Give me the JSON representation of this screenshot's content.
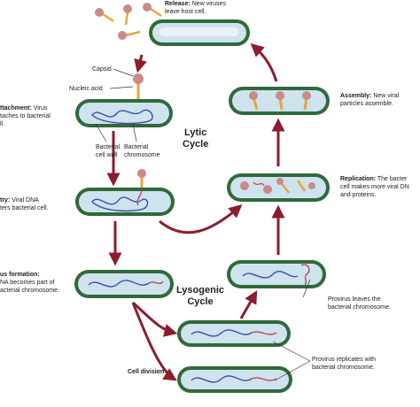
{
  "labels": {
    "release_title": "Release:",
    "release_text_1": "New viruses",
    "release_text_2": "leave host cell.",
    "capsid": "Capsid",
    "nucleic_acid": "Nucleic acid",
    "attachment_title": "ttachment:",
    "attachment_title_tail": "Virus",
    "attachment_text_1": "taches to bacterial",
    "attachment_text_2": "ll.",
    "bacterial_cell_wall_1": "Bacterial",
    "bacterial_cell_wall_2": "cell wall",
    "bacterial_chromosome_1": "Bacterial",
    "bacterial_chromosome_2": "chromosome",
    "lytic_cycle_1": "Lytic",
    "lytic_cycle_2": "Cycle",
    "assembly_title": "Assembly:",
    "assembly_text_1": "New viral",
    "assembly_text_2": "particles assemble.",
    "entry_title": "try:",
    "entry_text_1": "Viral DNA",
    "entry_text_2": "ters bacterial cell.",
    "replication_title": "Replication:",
    "replication_text_1": "The bacter",
    "replication_text_2": "cell makes more viral DN",
    "replication_text_3": "and proteins.",
    "provirus_formation_title": "us formation:",
    "provirus_formation_text_1": "NA becomes part of",
    "provirus_formation_text_2": "acterial chromosome.",
    "lysogenic_cycle_1": "Lysogenic",
    "lysogenic_cycle_2": "Cycle",
    "provirus_leaves_1": "Provirus leaves the",
    "provirus_leaves_2": "bacterial chromosome.",
    "cell_division": "Cell division",
    "provirus_replicates_1": "Provirus replicates with",
    "provirus_replicates_2": "bacterial chromosome."
  },
  "colors": {
    "cell_fill": "#cfe3ee",
    "cell_inner": "#e9f2f7",
    "cell_outline": "#2f6a3a",
    "chromosome": "#3a4fa8",
    "viral_dna": "#c0445a",
    "capsid": "#c98a8a",
    "tail": "#e9a63a",
    "arrow_red": "#8c1d2e"
  }
}
